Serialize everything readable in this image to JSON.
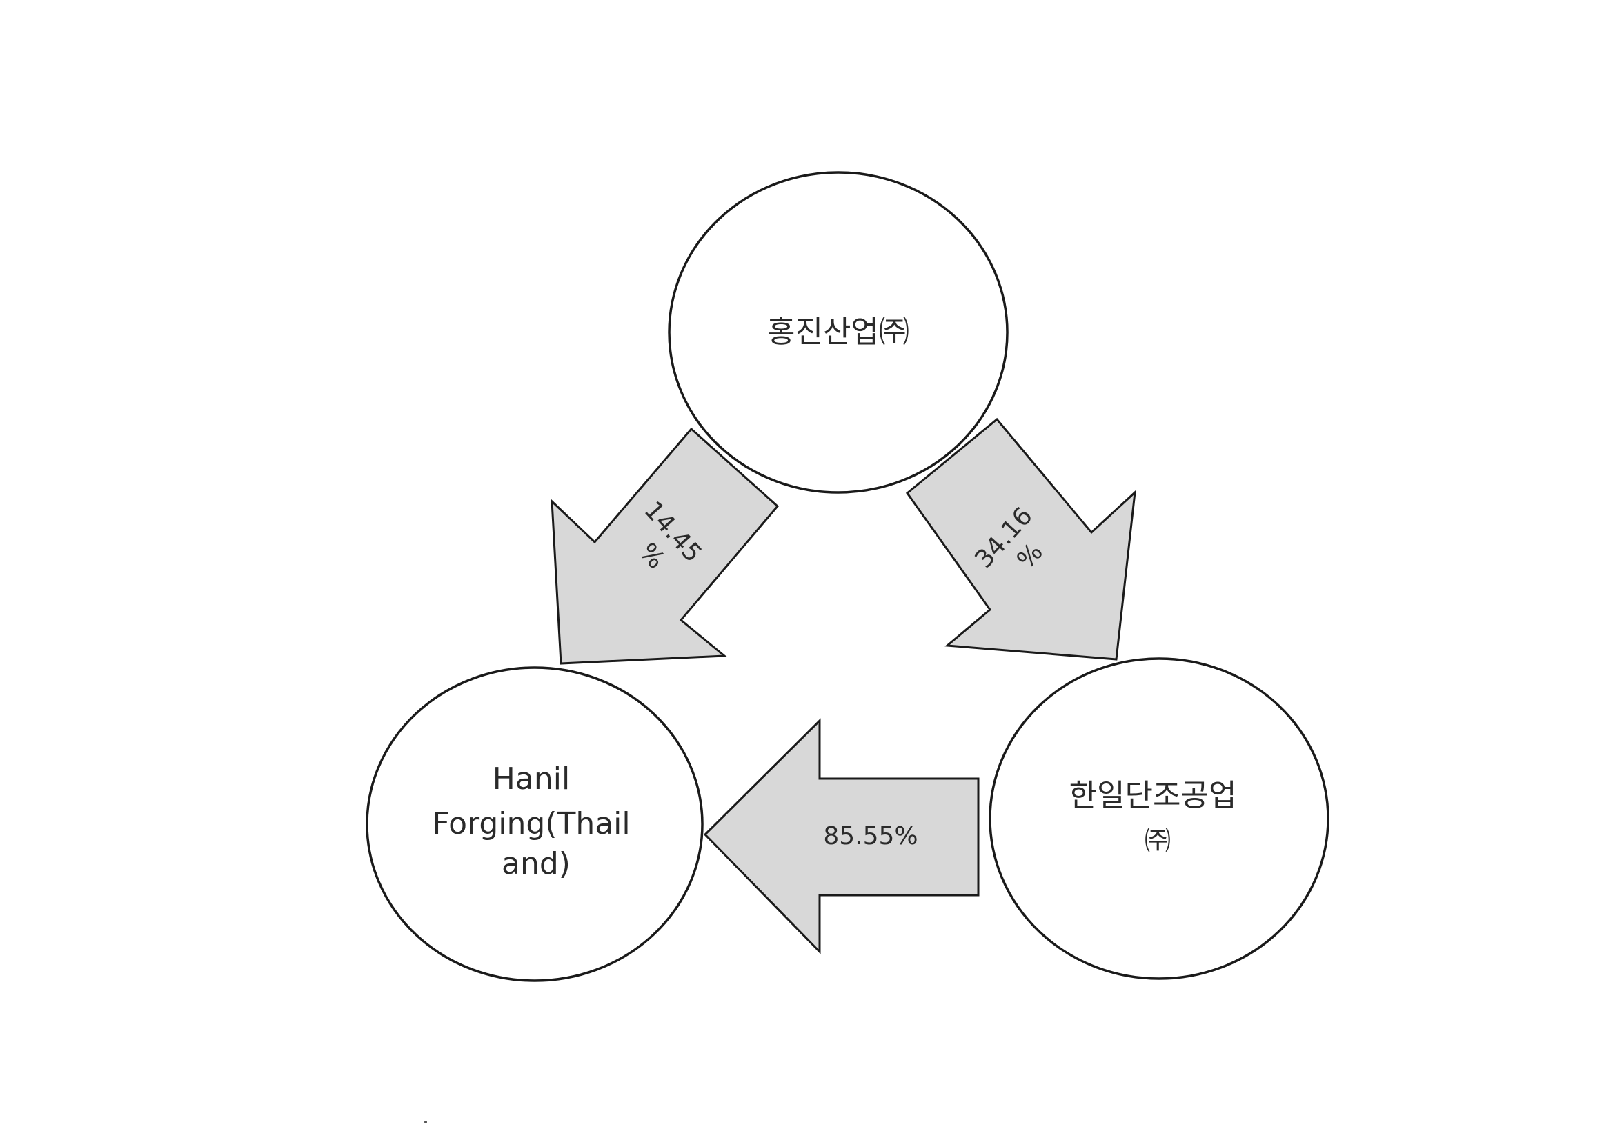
{
  "nodes": {
    "top": {
      "lines": [
        "홍진산업㈜"
      ]
    },
    "left": {
      "lines": [
        "Hanil",
        "Forging(Thail",
        "and)"
      ]
    },
    "right": {
      "lines": [
        "한일단조공업",
        "㈜"
      ]
    }
  },
  "edges": {
    "top_to_left": {
      "lines": [
        "14.45",
        "%"
      ]
    },
    "top_to_right": {
      "lines": [
        "34.16",
        "%"
      ]
    },
    "right_to_left": {
      "lines": [
        "85.55%"
      ]
    }
  },
  "colors": {
    "arrow_fill": "#d8d8d8",
    "stroke": "#1a1a1a",
    "node_fill": "#ffffff"
  }
}
